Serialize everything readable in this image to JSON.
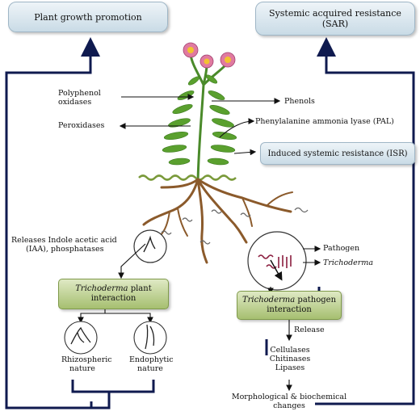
{
  "top": {
    "plant_growth_promotion": "Plant growth promotion",
    "sar_line1": "Systemic acquired resistance",
    "sar_line2": "(SAR)"
  },
  "plant_labels": {
    "polyphenol_line1": "Polyphenol",
    "polyphenol_line2": "oxidases",
    "peroxidases": "Peroxidases",
    "phenols": "Phenols",
    "pal": "Phenylalanine ammonia lyase (PAL)",
    "isr": "Induced systemic resistance (ISR)"
  },
  "left_branch": {
    "releases_line1": "Releases Indole acetic acid",
    "releases_line2": "(IAA), phosphatases",
    "box_italic": "Trichoderma",
    "box_rest_line1": " plant",
    "box_line2": "interaction",
    "rhizo_line1": "Rhizospheric",
    "rhizo_line2": "nature",
    "endo_line1": "Endophytic",
    "endo_line2": "nature"
  },
  "right_branch": {
    "pathogen": "Pathogen",
    "trichoderma": "Trichoderma",
    "box_italic": "Trichoderma",
    "box_rest_line1": " pathogen",
    "box_line2": "interaction",
    "release": "Release",
    "cellulases": "Cellulases",
    "chitinases": "Chitinases",
    "lipases": "Lipases",
    "morph_line1": "Morphological & biochemical",
    "morph_line2": "changes"
  },
  "colors": {
    "flow_line": "#0f1a4f",
    "stem": "#4a8a2a",
    "leaf": "#5aa02e",
    "root": "#8b5a2b",
    "flower_petal": "#e07aa0",
    "flower_center": "#f2c230",
    "box_blue": "#c9dbe6",
    "box_green": "#a6bf70"
  }
}
